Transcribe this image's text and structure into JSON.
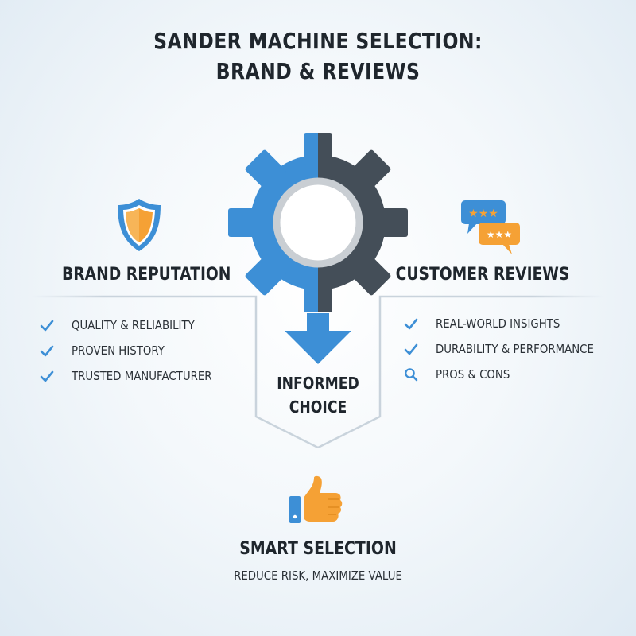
{
  "title": {
    "line1": "SANDER MACHINE SELECTION:",
    "line2": "BRAND & REVIEWS"
  },
  "left": {
    "heading": "BRAND REPUTATION",
    "items": [
      {
        "label": "QUALITY & RELIABILITY",
        "icon": "check-icon"
      },
      {
        "label": "PROVEN HISTORY",
        "icon": "check-icon"
      },
      {
        "label": "TRUSTED MANUFACTURER",
        "icon": "check-icon"
      }
    ],
    "icon": "shield-icon"
  },
  "right": {
    "heading": "CUSTOMER REVIEWS",
    "items": [
      {
        "label": "REAL-WORLD INSIGHTS",
        "icon": "check-icon"
      },
      {
        "label": "DURABILITY & PERFORMANCE",
        "icon": "check-icon"
      },
      {
        "label": "PROS & CONS",
        "icon": "magnifier-icon"
      }
    ],
    "icon": "review-bubbles-icon"
  },
  "center": {
    "line1": "INFORMED",
    "line2": "CHOICE",
    "icon": "gear-icon"
  },
  "bottom": {
    "title": "SMART SELECTION",
    "subtitle": "REDUCE RISK, MAXIMIZE VALUE",
    "icon": "thumbs-up-icon"
  },
  "colors": {
    "blue": "#3d8fd6",
    "dark": "#444e58",
    "orange": "#f5a135",
    "text": "#1f262d"
  }
}
